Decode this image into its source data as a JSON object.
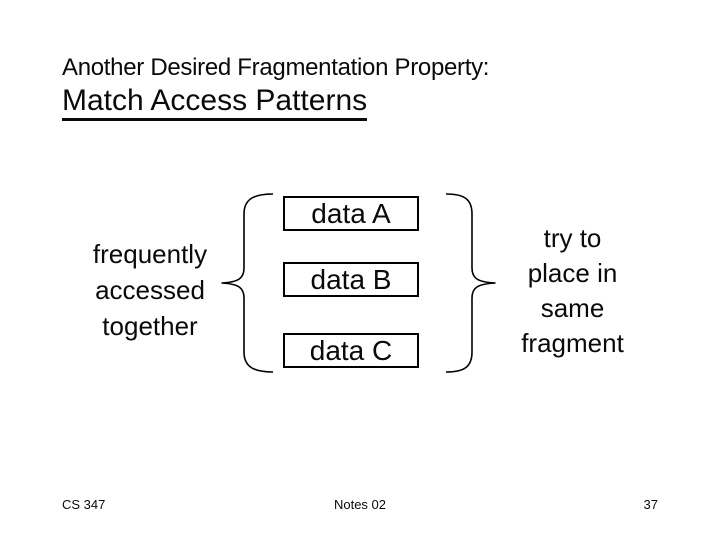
{
  "slide": {
    "kicker": "Another Desired Fragmentation Property:",
    "title": "Match Access Patterns",
    "diagram": {
      "left_label": "frequently\naccessed\ntogether",
      "boxes": [
        "data A",
        "data B",
        "data C"
      ],
      "right_label": "try to\nplace in\nsame\nfragment"
    },
    "footer": {
      "course": "CS 347",
      "center": "Notes 02",
      "page": "37"
    },
    "colors": {
      "background": "#ffffff",
      "text": "#0a0a0a",
      "box_border": "#000000"
    }
  }
}
